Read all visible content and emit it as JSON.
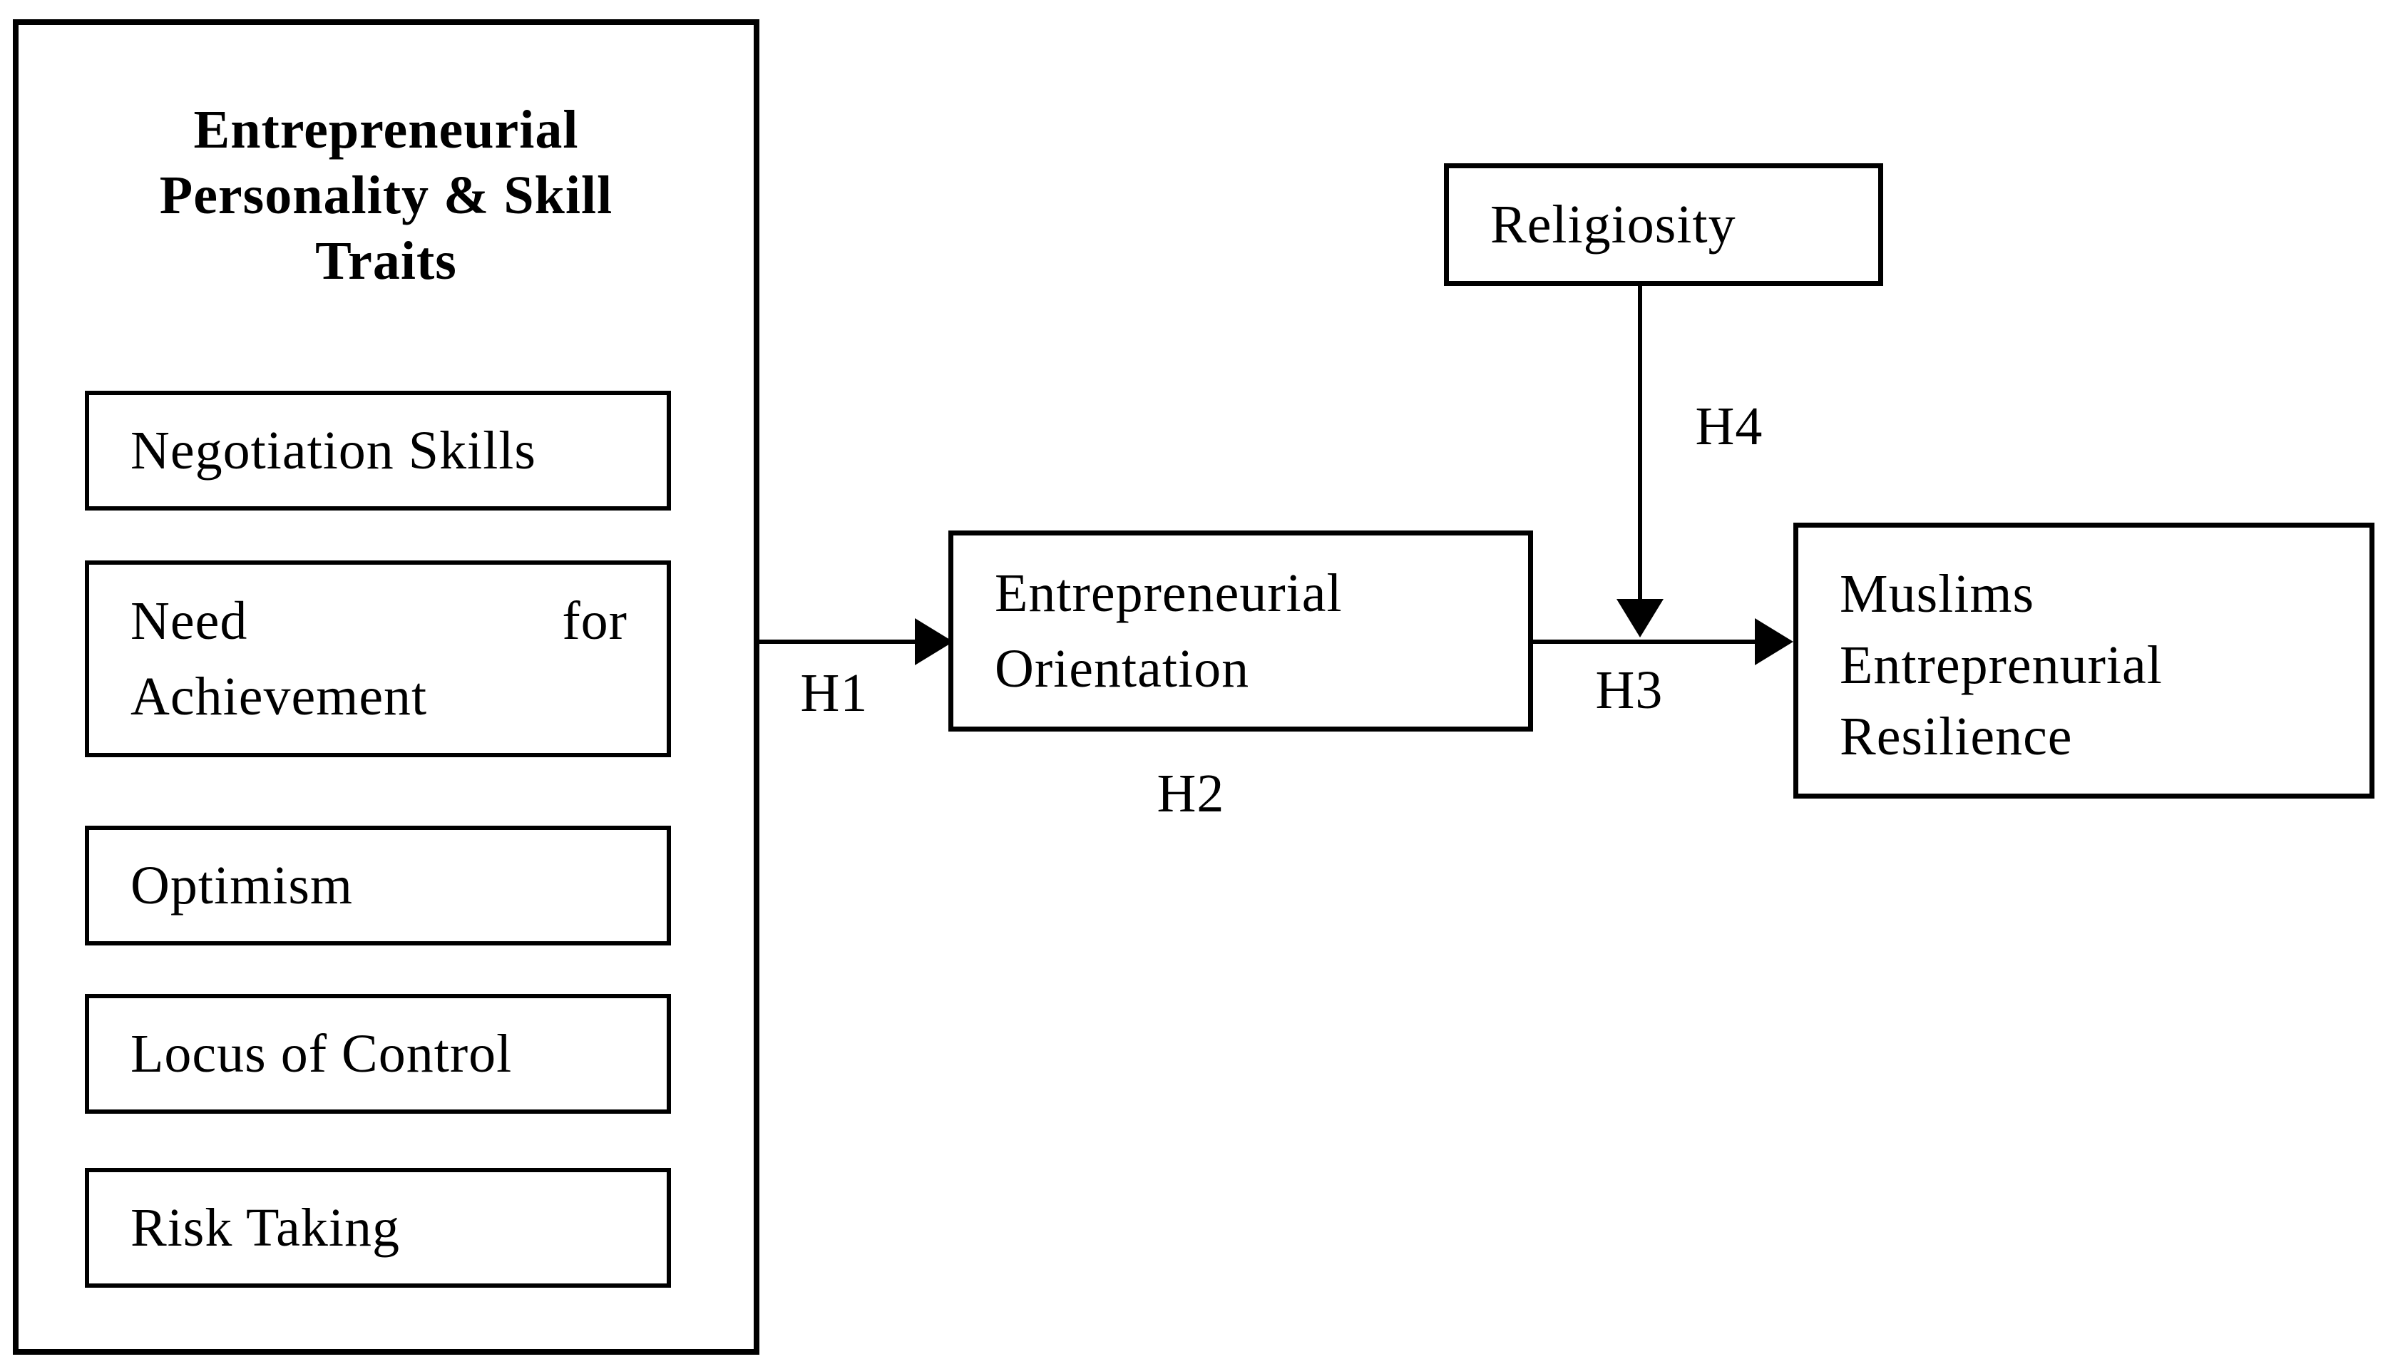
{
  "colors": {
    "ink": "#000000",
    "background": "#ffffff"
  },
  "panel": {
    "title_lines": [
      "Entrepreneurial",
      "Personality & Skill",
      "Traits"
    ],
    "items": {
      "negotiation": "Negotiation Skills",
      "need_for": {
        "word1": "Need",
        "word2": "for",
        "line2": "Achievement"
      },
      "optimism": "Optimism",
      "locus": "Locus of Control",
      "risk": "Risk Taking"
    }
  },
  "nodes": {
    "entrepreneurial_orientation": {
      "line1": "Entrepreneurial",
      "line2": "Orientation"
    },
    "religiosity": "Religiosity",
    "muslims_resilience": {
      "line1": "Muslims",
      "line2": "Entreprenurial",
      "line3": "Resilience"
    }
  },
  "hypotheses": {
    "h1": "H1",
    "h2": "H2",
    "h3": "H3",
    "h4": "H4"
  }
}
